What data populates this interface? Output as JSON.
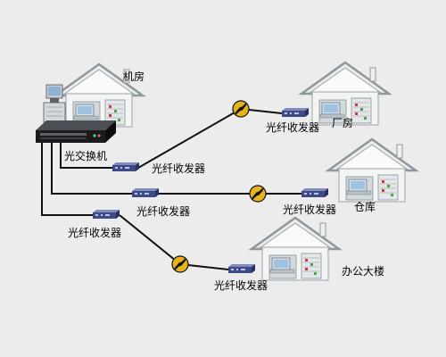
{
  "labels": {
    "server_room": "机房",
    "optical_switch": "光交换机",
    "factory": "厂房",
    "warehouse": "仓库",
    "office_building": "办公大楼",
    "transceiver": "光纤收发器"
  },
  "colors": {
    "background": "#ececec",
    "cable": "#111111",
    "house_wall": "#f3f4f4",
    "roof_outline": "#8e979b",
    "device_body": "#3e4a86",
    "connector_fill": "#e7b21a"
  },
  "icons": [
    "house-icon",
    "computer-tower-icon",
    "rack-switch-icon",
    "fiber-transceiver-icon",
    "fiber-connector-icon"
  ]
}
